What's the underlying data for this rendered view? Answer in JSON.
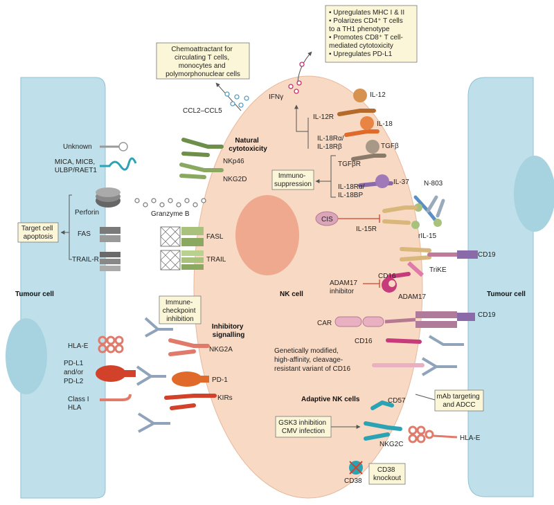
{
  "diagram": {
    "cells": {
      "nk_cell": "NK cell",
      "tumour_left": "Tumour cell",
      "tumour_right": "Tumour cell",
      "adaptive_nk": "Adaptive NK cells"
    },
    "sections": {
      "natural_cytotoxicity": [
        "Natural",
        "cytotoxicity"
      ],
      "inhibitory_signalling": [
        "Inhibitory",
        "signalling"
      ]
    },
    "boxes": {
      "chemoattractant": [
        "Chemoattractant for",
        "circulating T cells,",
        "monocytes and",
        "polymorphonuclear cells"
      ],
      "ifn_effects": [
        "• Upregulates MHC I & II",
        "• Polarizes CD4⁺ T cells",
        "  to a TH1 phenotype",
        "• Promotes CD8⁺ T cell-",
        "  mediated cytotoxicity",
        "• Upregulates PD-L1"
      ],
      "immunosuppression": [
        "Immuno-",
        "suppression"
      ],
      "target_apoptosis": [
        "Target cell",
        "apoptosis"
      ],
      "checkpoint": [
        "Immune-",
        "checkpoint",
        "inhibition"
      ],
      "gsk3": [
        "GSK3 inhibition",
        "CMV infection"
      ],
      "cd38_ko": [
        "CD38",
        "knockout"
      ],
      "mab": [
        "mAb targeting",
        "and ADCC"
      ]
    },
    "left_ligands": {
      "unknown": "Unknown",
      "mica": [
        "MICA, MICB,",
        "ULBP/RAET1"
      ],
      "perforin": "Perforin",
      "fas": "FAS",
      "trail_r": "TRAIL-R",
      "hla_e": "HLA-E",
      "pdl": [
        "PD-L1",
        "and/or",
        "PD-L2"
      ],
      "class1": [
        "Class I",
        "HLA"
      ]
    },
    "nk_receptors": {
      "nkp46": "NKp46",
      "nkg2d": "NKG2D",
      "granzyme": "Granzyme B",
      "fasl": "FASL",
      "trail": "TRAIL",
      "nkg2a": "NKG2A",
      "pd1": "PD-1",
      "kirs": "KIRs"
    },
    "cytokines": {
      "ccl": "CCL2–CCL5",
      "ifng": "IFNγ",
      "il12": "IL-12",
      "il12r": "IL-12R",
      "il18": "IL-18",
      "il18r": [
        "IL-18Rα/",
        "IL-18Rβ"
      ],
      "tgfb": "TGFβ",
      "tgfbr": "TGFβR",
      "il37": "IL-37",
      "il18bp": [
        "IL-18Rα/",
        "IL-18BP"
      ],
      "n803": "N-803",
      "cis": "CIS",
      "il15r": "IL-15R",
      "ril15": "rIL-15"
    },
    "engagers": {
      "cd19_a": "CD19",
      "trike": "TriKE",
      "cd16_a": "CD16",
      "adam17": "ADAM17",
      "adam17_inh": [
        "ADAM17",
        "inhibitor"
      ],
      "car": "CAR",
      "cd19_b": "CD19",
      "cd16_b": "CD16",
      "cd16_variant": [
        "Genetically modified,",
        "high-affinity, cleavage-",
        "resistant variant of CD16"
      ],
      "cd57": "CD57",
      "nkg2c": "NKG2C",
      "hla_e_r": "HLA-E",
      "cd38": "CD38"
    },
    "colors": {
      "tumour": "#bfe0ea",
      "nk": "#f8d9c4",
      "nucleus": "#eea98f",
      "box_fill": "#fbf6d8",
      "green": "#8aa860",
      "orange": "#e06a2a",
      "red": "#d2412a",
      "purple": "#a07ab8",
      "pink": "#c73b7b",
      "teal": "#2aa3b5",
      "blue": "#7e9dc2"
    }
  }
}
